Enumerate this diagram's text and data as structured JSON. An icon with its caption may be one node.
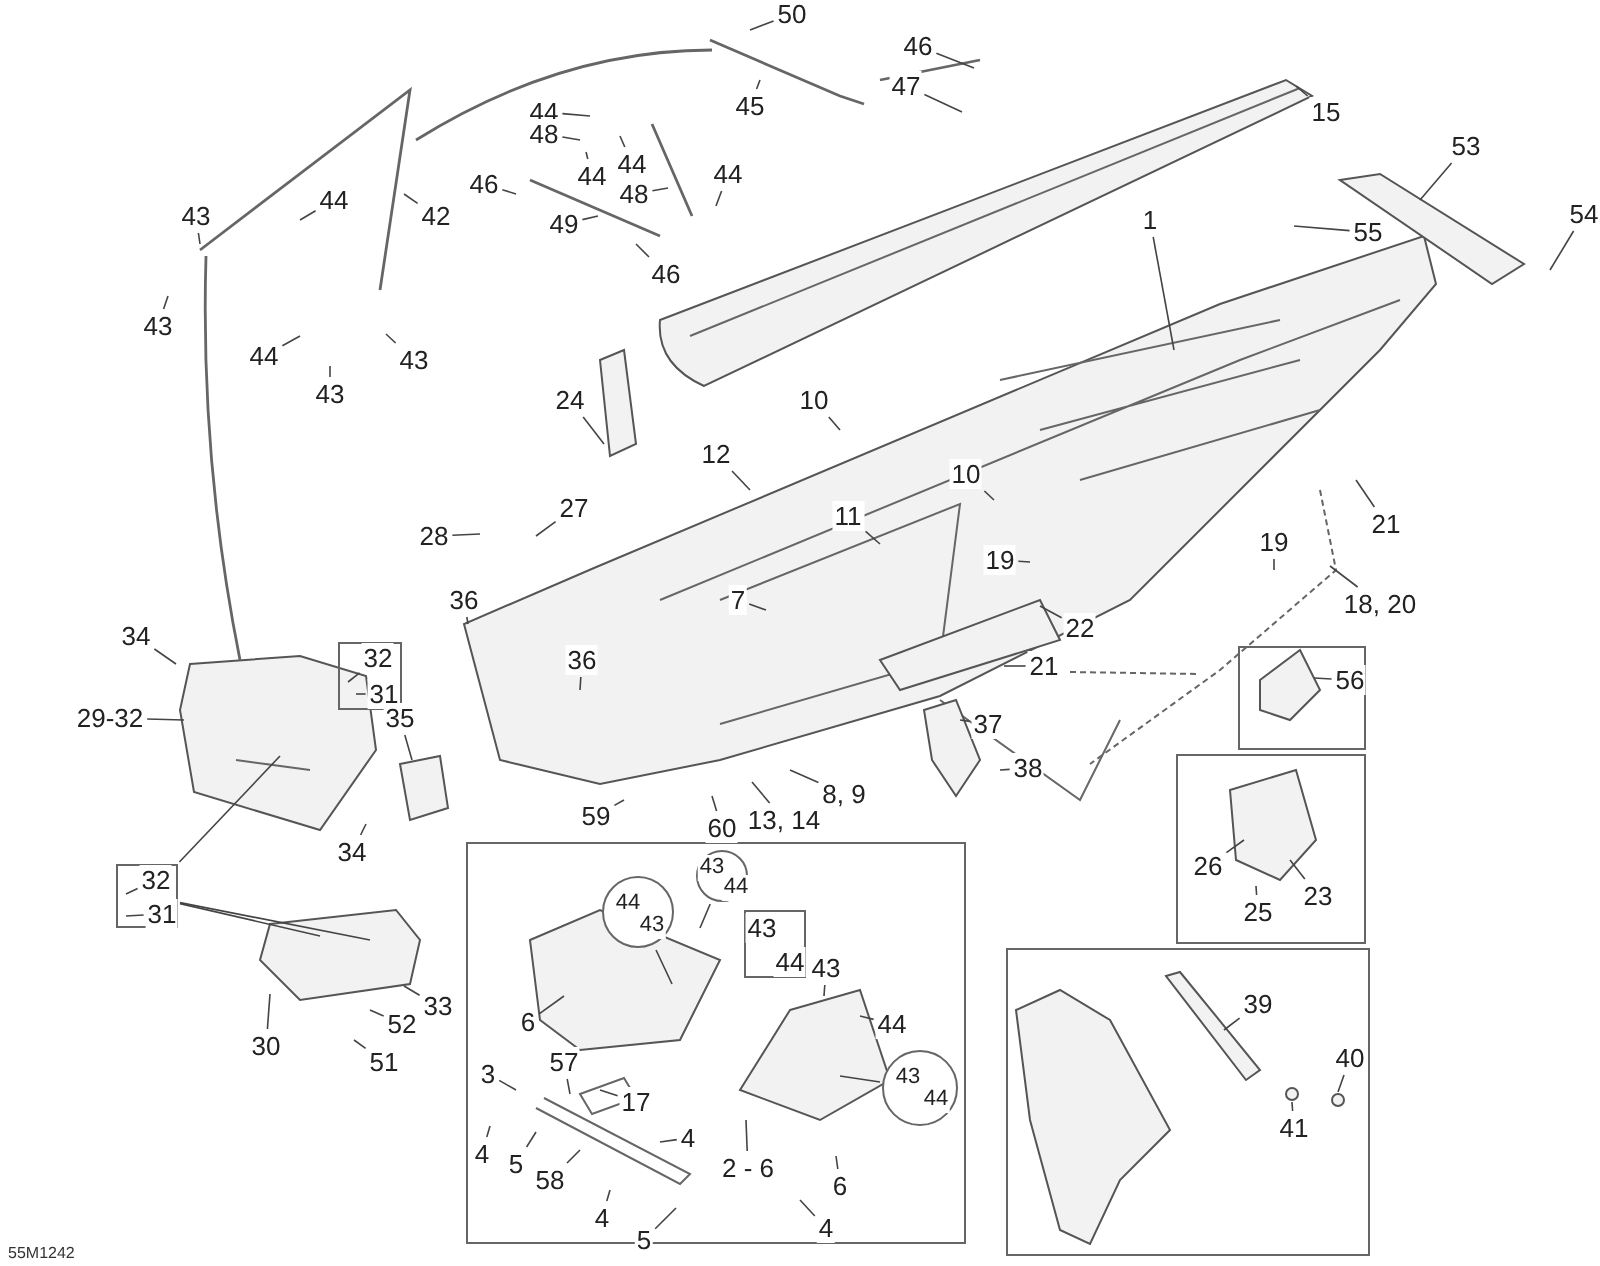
{
  "diagram": {
    "nodes": [
      {
        "text": [],
        "shape": "box"
      },
      {
        "text": [
          "32"
        ],
        "in": 0
      },
      {
        "text": [
          "31"
        ],
        "in": 0
      },
      {
        "text": [],
        "shape": "box"
      },
      {
        "text": [
          "32"
        ],
        "in": 3
      },
      {
        "text": [
          "31"
        ],
        "in": 3
      },
      {
        "text": [],
        "shape": "box"
      },
      {
        "text": [],
        "shape": "circle",
        "in": 6
      },
      {
        "text": [
          "44"
        ],
        "in": 7
      },
      {
        "text": [
          "43"
        ],
        "in": 7
      },
      {
        "text": [],
        "shape": "circle",
        "in": 6
      },
      {
        "text": [
          "43"
        ],
        "in": 10
      },
      {
        "text": [
          "44"
        ],
        "in": 10
      },
      {
        "text": [],
        "shape": "box",
        "in": 6
      },
      {
        "text": [
          "43"
        ],
        "in": 13
      },
      {
        "text": [
          "44"
        ],
        "in": 13
      },
      {
        "text": [],
        "shape": "circle",
        "in": 6
      },
      {
        "text": [
          "43"
        ],
        "in": 16
      },
      {
        "text": [
          "44"
        ],
        "in": 16
      },
      {
        "text": [],
        "shape": "box"
      },
      {
        "text": [
          "56"
        ],
        "in": 19
      },
      {
        "text": [],
        "shape": "box"
      },
      {
        "text": [
          "26"
        ],
        "in": 21
      },
      {
        "text": [
          "25"
        ],
        "in": 21
      },
      {
        "text": [
          "23"
        ],
        "in": 21
      },
      {
        "text": [],
        "shape": "box"
      },
      {
        "text": [
          "39"
        ],
        "in": 25
      },
      {
        "text": [
          "40"
        ],
        "in": 25
      },
      {
        "text": [
          "41"
        ],
        "in": 25
      },
      {
        "text": [
          "6"
        ],
        "in": 6
      },
      {
        "text": [
          "57"
        ],
        "in": 6
      },
      {
        "text": [
          "3"
        ],
        "in": 6
      },
      {
        "text": [
          "17"
        ],
        "in": 6
      },
      {
        "text": [
          "4"
        ],
        "in": 6
      },
      {
        "text": [
          "5"
        ],
        "in": 6
      },
      {
        "text": [
          "4"
        ],
        "in": 6
      },
      {
        "text": [
          "58"
        ],
        "in": 6
      },
      {
        "text": [
          "2 - 6"
        ],
        "in": 6
      },
      {
        "text": [
          "4"
        ],
        "in": 6
      },
      {
        "text": [
          "5"
        ],
        "in": 6
      },
      {
        "text": [
          "43"
        ],
        "in": 6
      },
      {
        "text": [
          "44"
        ],
        "in": 6
      },
      {
        "text": [
          "6"
        ],
        "in": 6
      },
      {
        "text": [
          "4"
        ],
        "in": 6
      },
      {
        "text": [
          "50"
        ]
      },
      {
        "text": [
          "46"
        ]
      },
      {
        "text": [
          "47"
        ]
      },
      {
        "text": [
          "45"
        ]
      },
      {
        "text": [
          "15"
        ]
      },
      {
        "text": [
          "44"
        ]
      },
      {
        "text": [
          "48"
        ]
      },
      {
        "text": [
          "44"
        ]
      },
      {
        "text": [
          "44"
        ]
      },
      {
        "text": [
          "46"
        ]
      },
      {
        "text": [
          "48"
        ]
      },
      {
        "text": [
          "44"
        ]
      },
      {
        "text": [
          "49"
        ]
      },
      {
        "text": [
          "46"
        ]
      },
      {
        "text": [
          "42"
        ]
      },
      {
        "text": [
          "44"
        ]
      },
      {
        "text": [
          "43"
        ]
      },
      {
        "text": [
          "43"
        ]
      },
      {
        "text": [
          "44"
        ]
      },
      {
        "text": [
          "43"
        ]
      },
      {
        "text": [
          "43"
        ]
      },
      {
        "text": [
          "53"
        ]
      },
      {
        "text": [
          "54"
        ]
      },
      {
        "text": [
          "55"
        ]
      },
      {
        "text": [
          "1"
        ]
      },
      {
        "text": [
          "24"
        ]
      },
      {
        "text": [
          "10"
        ]
      },
      {
        "text": [
          "12"
        ]
      },
      {
        "text": [
          "10"
        ]
      },
      {
        "text": [
          "27"
        ]
      },
      {
        "text": [
          "11"
        ]
      },
      {
        "text": [
          "21"
        ]
      },
      {
        "text": [
          "28"
        ]
      },
      {
        "text": [
          "19"
        ]
      },
      {
        "text": [
          "19"
        ]
      },
      {
        "text": [
          "36"
        ]
      },
      {
        "text": [
          "7"
        ]
      },
      {
        "text": [
          "18, 20"
        ]
      },
      {
        "text": [
          "22"
        ]
      },
      {
        "text": [
          "34"
        ]
      },
      {
        "text": [
          "21"
        ]
      },
      {
        "text": [
          "36"
        ]
      },
      {
        "text": [
          "29-32"
        ]
      },
      {
        "text": [
          "35"
        ]
      },
      {
        "text": [
          "37"
        ]
      },
      {
        "text": [
          "38"
        ]
      },
      {
        "text": [
          "8, 9"
        ]
      },
      {
        "text": [
          "59"
        ]
      },
      {
        "text": [
          "60"
        ]
      },
      {
        "text": [
          "13, 14"
        ]
      },
      {
        "text": [
          "34"
        ]
      },
      {
        "text": [
          "30"
        ]
      },
      {
        "text": [
          "33"
        ]
      },
      {
        "text": [
          "52"
        ]
      },
      {
        "text": [
          "51"
        ]
      }
    ],
    "edges": [
      {
        "from": 1,
        "to": null,
        "arrow": "none"
      },
      {
        "from": 2,
        "to": null,
        "arrow": "none"
      },
      {
        "from": 4,
        "to": null,
        "arrow": "none"
      },
      {
        "from": 5,
        "to": null,
        "arrow": "none"
      },
      {
        "from": 3,
        "to": null,
        "arrow": "none"
      },
      {
        "from": 3,
        "to": null,
        "arrow": "none"
      },
      {
        "from": 3,
        "to": null,
        "arrow": "none"
      },
      {
        "from": 7,
        "to": null,
        "arrow": "none"
      },
      {
        "from": 10,
        "to": null,
        "arrow": "none"
      },
      {
        "from": 16,
        "to": null,
        "arrow": "none"
      },
      {
        "from": 20,
        "to": null,
        "arrow": "none"
      },
      {
        "from": 22,
        "to": null,
        "arrow": "none"
      },
      {
        "from": 23,
        "to": null,
        "arrow": "none"
      },
      {
        "from": 24,
        "to": null,
        "arrow": "none"
      },
      {
        "from": 26,
        "to": null,
        "arrow": "none"
      },
      {
        "from": 27,
        "to": null,
        "arrow": "none"
      },
      {
        "from": 28,
        "to": null,
        "arrow": "none"
      },
      {
        "from": 29,
        "to": null,
        "arrow": "none"
      },
      {
        "from": 30,
        "to": null,
        "arrow": "none"
      },
      {
        "from": 31,
        "to": null,
        "arrow": "none"
      },
      {
        "from": 32,
        "to": null,
        "arrow": "none"
      },
      {
        "from": 33,
        "to": null,
        "arrow": "none"
      },
      {
        "from": 34,
        "to": null,
        "arrow": "none"
      },
      {
        "from": 35,
        "to": null,
        "arrow": "none"
      },
      {
        "from": 36,
        "to": null,
        "arrow": "none"
      },
      {
        "from": 37,
        "to": null,
        "arrow": "none"
      },
      {
        "from": 38,
        "to": null,
        "arrow": "none"
      },
      {
        "from": 39,
        "to": null,
        "arrow": "none"
      },
      {
        "from": 40,
        "to": null,
        "arrow": "none"
      },
      {
        "from": 41,
        "to": null,
        "arrow": "none"
      },
      {
        "from": 42,
        "to": null,
        "arrow": "none"
      },
      {
        "from": 43,
        "to": null,
        "arrow": "none"
      },
      {
        "from": 44,
        "to": null,
        "arrow": "none"
      },
      {
        "from": 45,
        "to": null,
        "arrow": "none"
      },
      {
        "from": 46,
        "to": null,
        "arrow": "none"
      },
      {
        "from": 47,
        "to": null,
        "arrow": "none"
      },
      {
        "from": 48,
        "to": null,
        "arrow": "none"
      },
      {
        "from": 49,
        "to": null,
        "arrow": "none"
      },
      {
        "from": 50,
        "to": null,
        "arrow": "none"
      },
      {
        "from": 51,
        "to": null,
        "arrow": "none"
      },
      {
        "from": 52,
        "to": null,
        "arrow": "none"
      },
      {
        "from": 53,
        "to": null,
        "arrow": "none"
      },
      {
        "from": 54,
        "to": null,
        "arrow": "none"
      },
      {
        "from": 55,
        "to": null,
        "arrow": "none"
      },
      {
        "from": 56,
        "to": null,
        "arrow": "none"
      },
      {
        "from": 57,
        "to": null,
        "arrow": "none"
      },
      {
        "from": 58,
        "to": null,
        "arrow": "none"
      },
      {
        "from": 59,
        "to": null,
        "arrow": "none"
      },
      {
        "from": 60,
        "to": null,
        "arrow": "none"
      },
      {
        "from": 61,
        "to": null,
        "arrow": "none"
      },
      {
        "from": 62,
        "to": null,
        "arrow": "none"
      },
      {
        "from": 63,
        "to": null,
        "arrow": "none"
      },
      {
        "from": 64,
        "to": null,
        "arrow": "none"
      },
      {
        "from": 65,
        "to": null,
        "arrow": "none"
      },
      {
        "from": 66,
        "to": null,
        "arrow": "none"
      },
      {
        "from": 67,
        "to": null,
        "arrow": "none"
      },
      {
        "from": 68,
        "to": null,
        "arrow": "none"
      },
      {
        "from": 69,
        "to": null,
        "arrow": "none"
      },
      {
        "from": 70,
        "to": null,
        "arrow": "none"
      },
      {
        "from": 71,
        "to": null,
        "arrow": "none"
      },
      {
        "from": 72,
        "to": null,
        "arrow": "none"
      },
      {
        "from": 73,
        "to": null,
        "arrow": "none"
      },
      {
        "from": 74,
        "to": null,
        "arrow": "none"
      },
      {
        "from": 75,
        "to": null,
        "arrow": "none"
      },
      {
        "from": 76,
        "to": null,
        "arrow": "none"
      },
      {
        "from": 77,
        "to": null,
        "arrow": "none"
      },
      {
        "from": 78,
        "to": null,
        "arrow": "none"
      },
      {
        "from": 79,
        "to": null,
        "arrow": "none"
      },
      {
        "from": 80,
        "to": null,
        "arrow": "none"
      },
      {
        "from": 81,
        "to": null,
        "arrow": "none"
      },
      {
        "from": 82,
        "to": null,
        "arrow": "none"
      },
      {
        "from": 83,
        "to": null,
        "arrow": "none"
      },
      {
        "from": 84,
        "to": null,
        "arrow": "none"
      },
      {
        "from": 85,
        "to": null,
        "arrow": "none"
      },
      {
        "from": 86,
        "to": null,
        "arrow": "none"
      },
      {
        "from": 87,
        "to": null,
        "arrow": "none"
      },
      {
        "from": 88,
        "to": null,
        "arrow": "none"
      },
      {
        "from": 89,
        "to": null,
        "arrow": "none"
      },
      {
        "from": 90,
        "to": null,
        "arrow": "none"
      },
      {
        "from": 91,
        "to": null,
        "arrow": "none"
      },
      {
        "from": 92,
        "to": null,
        "arrow": "none"
      },
      {
        "from": 93,
        "to": null,
        "arrow": "none"
      },
      {
        "from": 94,
        "to": null,
        "arrow": "none"
      },
      {
        "from": 95,
        "to": null,
        "arrow": "none"
      },
      {
        "from": 96,
        "to": null,
        "arrow": "none"
      },
      {
        "from": 97,
        "to": null,
        "arrow": "none"
      },
      {
        "from": 98,
        "to": null,
        "arrow": "none"
      }
    ],
    "labels": [
      "55M1242"
    ]
  }
}
